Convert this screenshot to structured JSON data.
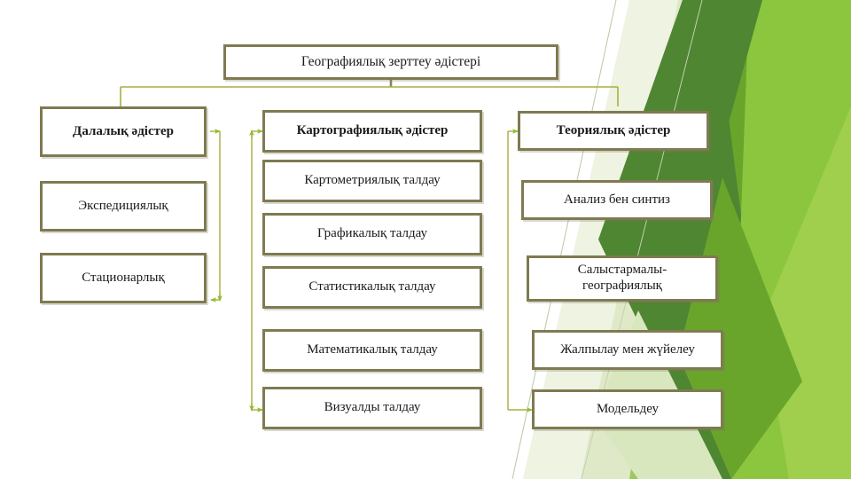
{
  "slide": {
    "title_box": {
      "label": "Географиялық зерттеу әдістері"
    },
    "colors": {
      "box_border": "#7f7a51",
      "box_fill": "#ffffff",
      "connector_thick": "#8a8457",
      "connector_thin": "#a9ae3f",
      "arrow": "#8cbe2a",
      "deco_green_dark": "#4e8234",
      "deco_green_mid": "#6fa52a",
      "deco_green_light": "#8cc63f",
      "deco_green_pale": "#d6e3b8",
      "text": "#1a1a1a"
    },
    "columns": [
      {
        "id": "field-methods",
        "head": {
          "label": "Далалық әдістер"
        },
        "items": [
          {
            "label": "Экспедициялық"
          },
          {
            "label": "Стационарлық"
          }
        ]
      },
      {
        "id": "cartographic-methods",
        "head": {
          "label": "Картографиялық әдістер"
        },
        "items": [
          {
            "label": "Картометриялық талдау"
          },
          {
            "label": "Графикалық талдау"
          },
          {
            "label": "Статистикалық талдау"
          },
          {
            "label": "Математикалық талдау"
          },
          {
            "label": "Визуалды талдау"
          }
        ]
      },
      {
        "id": "theoretical-methods",
        "head": {
          "label": "Теориялық әдістер"
        },
        "items": [
          {
            "label": "Анализ бен синтиз"
          },
          {
            "label": "Салыстармалы-\nгеографиялық"
          },
          {
            "label": "Жалпылау мен жүйелеу"
          },
          {
            "label": "Модельдеу"
          }
        ]
      }
    ]
  }
}
